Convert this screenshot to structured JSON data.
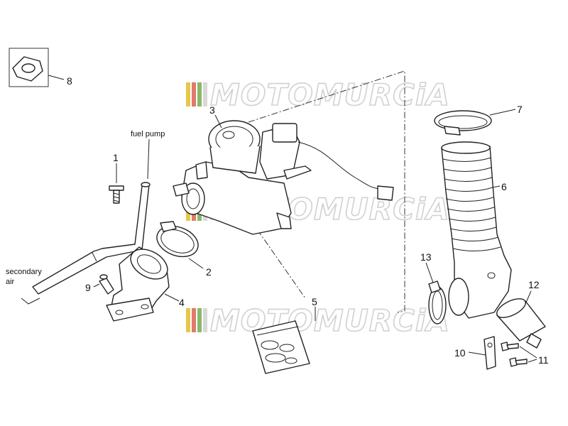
{
  "watermark": {
    "text": "MOTOMURCiA",
    "stripe_colors": [
      "#e8c64a",
      "#e07a6a",
      "#8ab86a",
      "#d9d9d9"
    ]
  },
  "callouts": {
    "c1": "1",
    "c2": "2",
    "c3": "3",
    "c4": "4",
    "c5": "5",
    "c6": "6",
    "c7": "7",
    "c8": "8",
    "c9": "9",
    "c10": "10",
    "c11": "11",
    "c12": "12",
    "c13": "13"
  },
  "notes": {
    "fuel_pump": "fuel pump",
    "secondary_air_line1": "secondary",
    "secondary_air_line2": "air"
  }
}
